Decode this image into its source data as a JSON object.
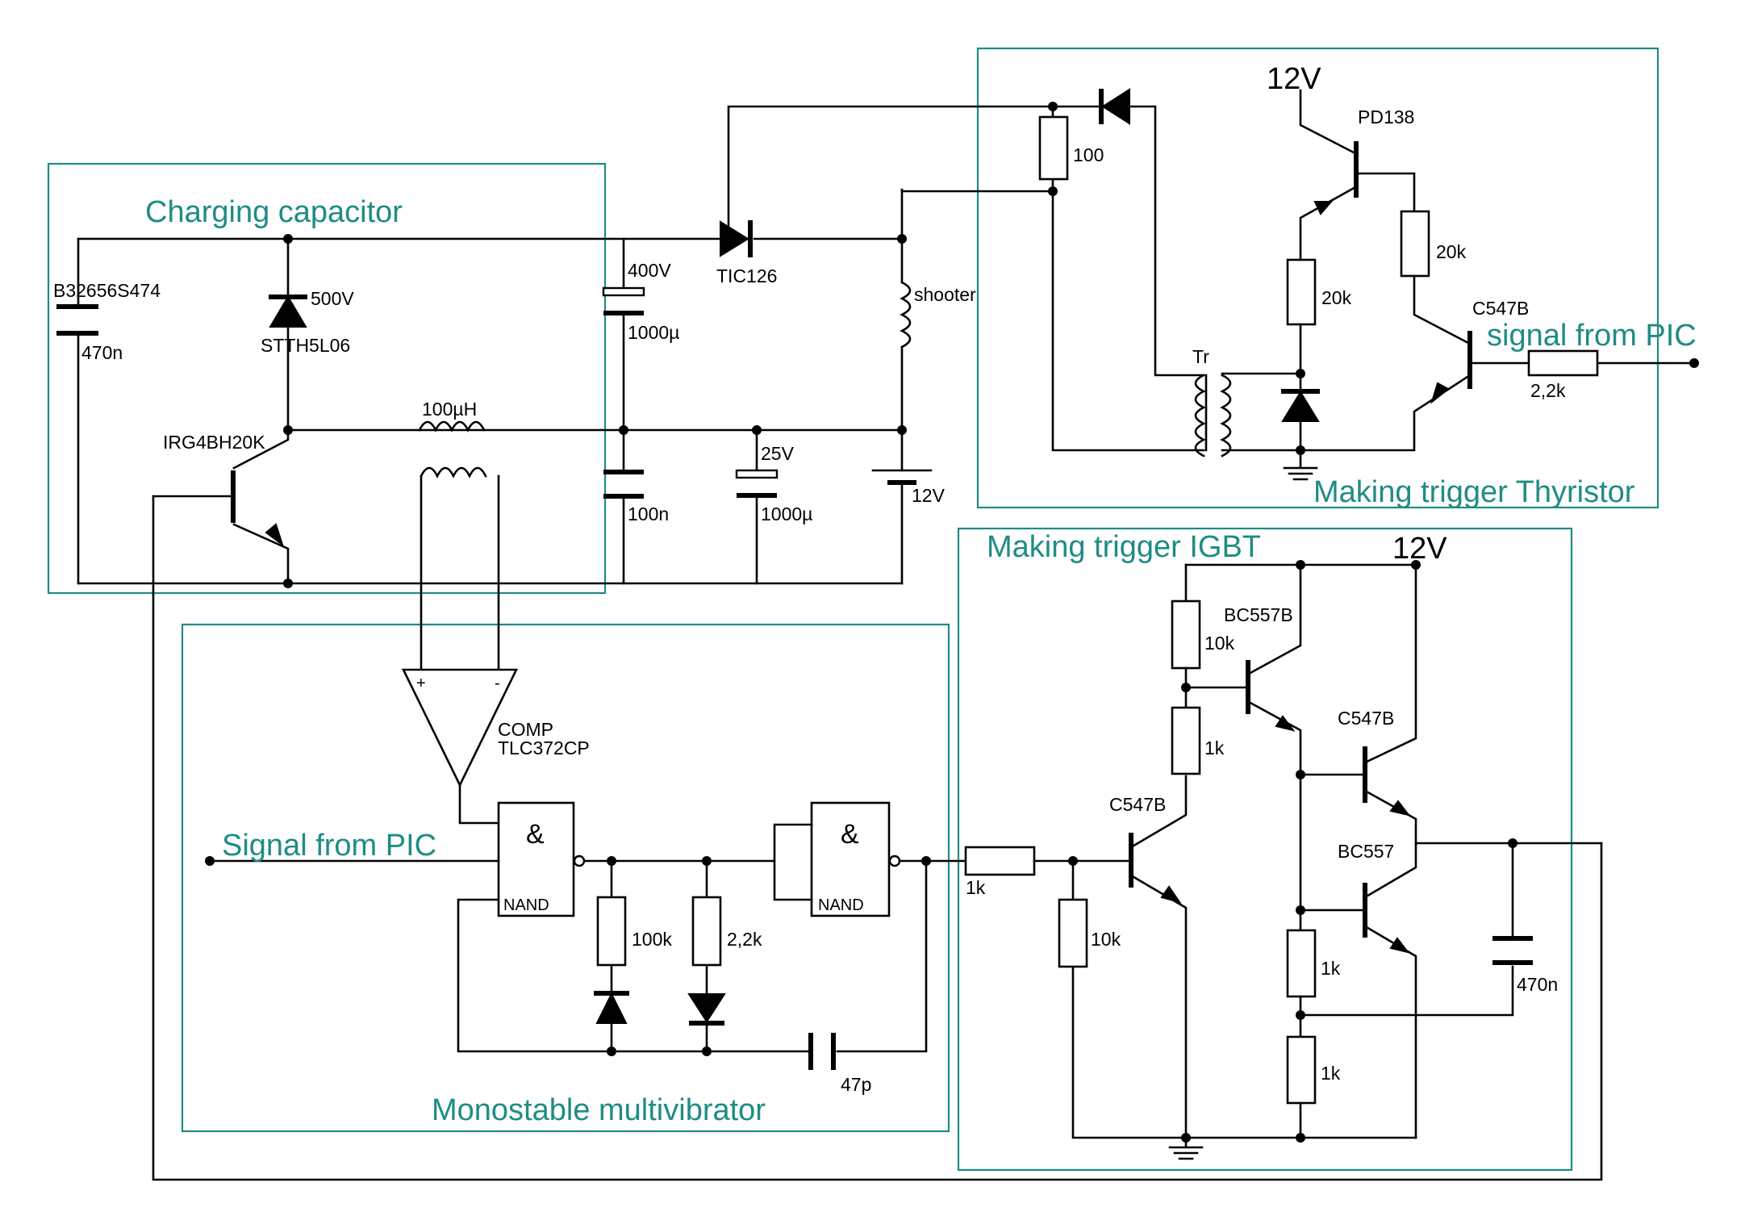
{
  "sections": {
    "charging": "Charging capacitor",
    "thyristor": "Making trigger Thyristor",
    "igbt": "Making trigger IGBT",
    "mono": "Monostable multivibrator"
  },
  "signals": {
    "pic_upper": "signal from PIC",
    "pic_lower": "Signal from PIC"
  },
  "supply": {
    "v12_top": "12V",
    "v12_mid": "12V",
    "v12_battery": "12V"
  },
  "parts": {
    "cap_b32656": "B32656S474",
    "cap_b32656_val": "470n",
    "diode_500v": "500V",
    "diode_stth": "STTH5L06",
    "igbt": "IRG4BH20K",
    "inductor": "100µH",
    "cap_400v": "400V",
    "cap_1000u_a": "1000µ",
    "cap_100n": "100n",
    "cap_25v": "25V",
    "cap_1000u_b": "1000µ",
    "thyristor": "TIC126",
    "shooter": "shooter",
    "res_100": "100",
    "pd138": "PD138",
    "res_20k_a": "20k",
    "res_20k_b": "20k",
    "c547b_a": "C547B",
    "res_2k2_a": "2,2k",
    "transformer": "Tr",
    "comp": "COMP",
    "comp_model": "TLC372CP",
    "nand_amp_1": "&",
    "nand_amp_2": "&",
    "nand_1": "NAND",
    "nand_2": "NAND",
    "res_100k": "100k",
    "res_2k2_b": "2,2k",
    "cap_47p": "47p",
    "res_1k_in": "1k",
    "res_10k_in": "10k",
    "c547b_b": "C547B",
    "bc557b": "BC557B",
    "res_10k_top": "10k",
    "res_1k_mid": "1k",
    "c547b_c": "C547B",
    "bc557": "BC557",
    "res_1k_a": "1k",
    "res_1k_b": "1k",
    "cap_470n_out": "470n"
  },
  "comp_pins": {
    "plus": "+",
    "minus": "-"
  }
}
